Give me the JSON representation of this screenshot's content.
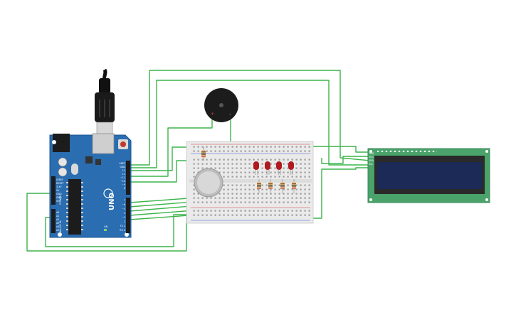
{
  "board": {
    "brand": "UNO",
    "power_labels": [
      "IOREF",
      "RESET",
      "3.3V",
      "5V",
      "GND",
      "GND",
      "Vin"
    ],
    "analog_labels": [
      "A0",
      "A1",
      "A2",
      "A3",
      "A4",
      "A5"
    ],
    "header_power": "POWER",
    "header_analog": "ANALOG IN",
    "on_label": "ON",
    "digital_labels": [
      "AREF",
      "GND",
      "13",
      "12",
      "~11",
      "~10",
      "~9",
      "8",
      "7",
      "~6",
      "~5",
      "4",
      "~3",
      "2",
      "TX 1",
      "RX 0"
    ]
  },
  "lcd": {
    "pin_labels": [
      "GND",
      "VCC",
      "SDA",
      "SCL"
    ]
  },
  "buzzer": {
    "plus": "+",
    "minus": "-"
  },
  "colors": {
    "wire": "#3cb44b",
    "board": "#2a6db0",
    "led": "#b0191e",
    "lcd_pcb": "#4aa36b",
    "lcd_screen": "#1b2a57"
  }
}
